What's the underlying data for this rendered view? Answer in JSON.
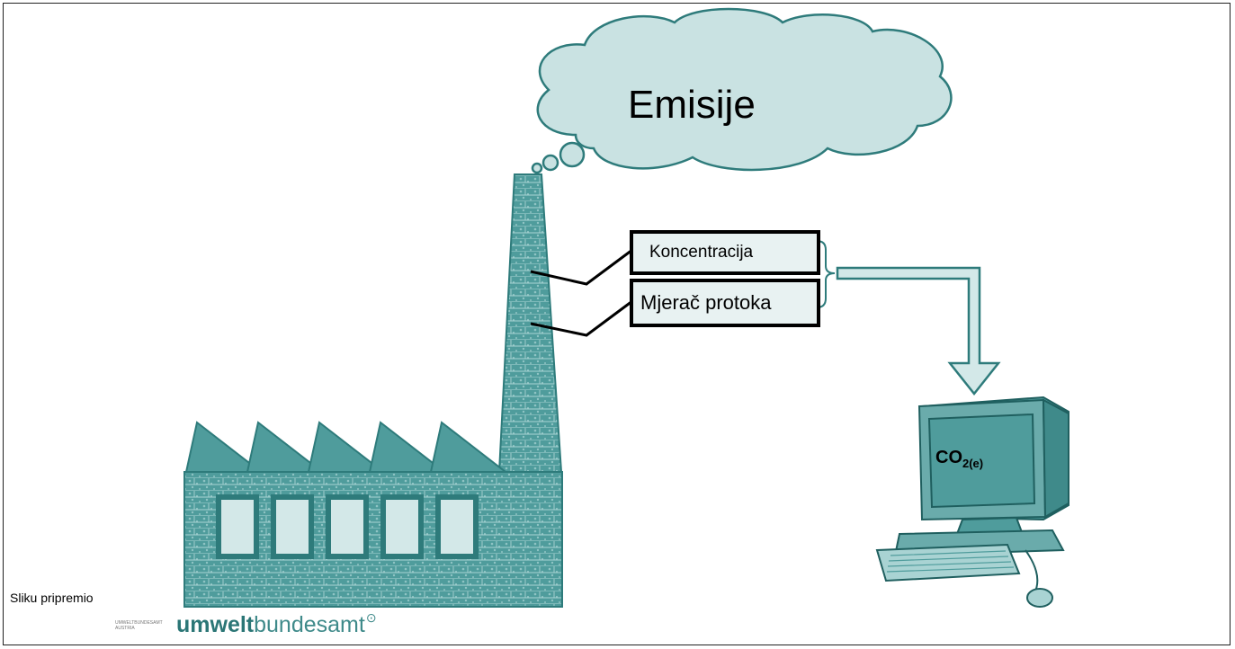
{
  "diagram": {
    "cloud_label": "Emisije",
    "sensor_1": "Koncentracija",
    "sensor_2": "Mjerač protoka",
    "monitor_main": "CO",
    "monitor_sub": "2(e)",
    "credit": "Sliku pripremio",
    "logo_small": "UMWELTBUNDESAMT AUSTRIA",
    "logo_bold": "umwelt",
    "logo_light": "bundesamt"
  },
  "colors": {
    "teal_dark": "#2e7b7b",
    "teal_mid": "#4f9c9c",
    "teal_light": "#d3e8e8",
    "fill_light": "#e8f2f2"
  },
  "icons": {
    "factory": "factory-icon",
    "computer": "computer-icon",
    "cloud": "cloud-icon"
  }
}
